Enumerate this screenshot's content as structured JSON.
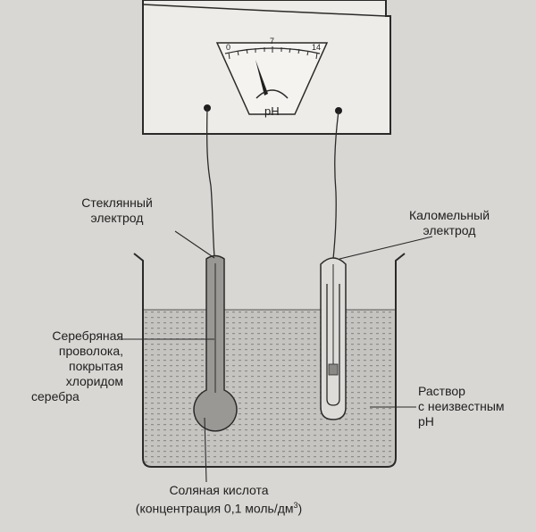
{
  "meter": {
    "scale_min": "0",
    "scale_mid": "7",
    "scale_max": "14",
    "unit": "pH"
  },
  "labels": {
    "glass_electrode_line1": "Стеклянный",
    "glass_electrode_line2": "электрод",
    "calomel_electrode_line1": "Каломельный",
    "calomel_electrode_line2": "электрод",
    "silver_wire_line1": "Серебряная",
    "silver_wire_line2": "проволока,",
    "silver_wire_line3": "покрытая",
    "silver_wire_line4": "хлоридом",
    "silver_wire_line5": "серебра",
    "solution_line1": "Раствор",
    "solution_line2": "с неизвестным",
    "solution_line3": "pH",
    "acid_line1": "Соляная кислота",
    "acid_line2_prefix": "(концентрация 0,1 моль/дм",
    "acid_line2_exp": "3",
    "acid_line2_suffix": ")"
  },
  "colors": {
    "background": "#d9d7d4",
    "meter_body": "#eeece8",
    "solution": "#c6c4c1",
    "stroke": "#2a2a2a"
  }
}
